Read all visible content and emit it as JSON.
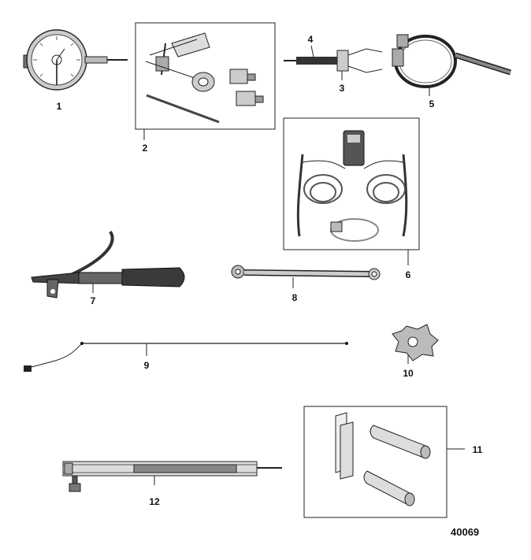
{
  "callouts": [
    "1",
    "2",
    "3",
    "4",
    "5",
    "6",
    "7",
    "8",
    "9",
    "10",
    "11",
    "12"
  ],
  "figure_id": "40069",
  "colors": {
    "line": "#222222",
    "metal": "#9a9a9a",
    "dark": "#2a2a2a",
    "handle": "#5a5a5a"
  }
}
